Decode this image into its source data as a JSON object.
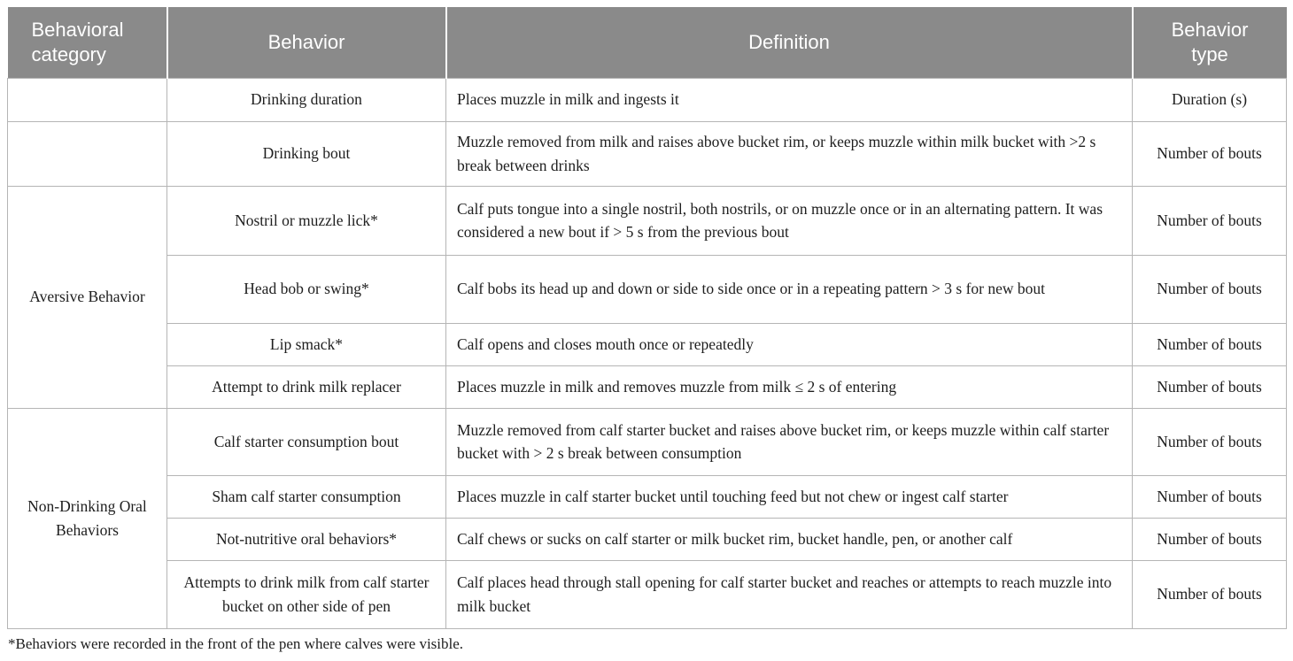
{
  "table": {
    "headers": {
      "category": "Behavioral category",
      "behavior": "Behavior",
      "definition": "Definition",
      "type": "Behavior type"
    },
    "rows": [
      {
        "category": "",
        "behavior": "Drinking duration",
        "definition": "Places muzzle in milk and ingests it",
        "type": "Duration (s)"
      },
      {
        "category": "",
        "behavior": "Drinking bout",
        "definition": "Muzzle removed from milk and raises above bucket rim, or keeps muzzle within milk bucket with >2 s break between drinks",
        "type": "Number of bouts"
      },
      {
        "category": "Aversive Behavior",
        "behavior": "Nostril or muzzle lick*",
        "definition": "Calf puts tongue into a single nostril, both nostrils, or on muzzle once or in an alternating pattern. It was considered a new bout if > 5 s from the previous bout",
        "type": "Number of bouts"
      },
      {
        "behavior": "Head bob or swing*",
        "definition": "Calf bobs its head up and down or side to side once or in a repeating pattern > 3 s for new bout",
        "type": "Number of bouts"
      },
      {
        "behavior": "Lip smack*",
        "definition": "Calf opens and closes mouth once or repeatedly",
        "type": "Number of bouts"
      },
      {
        "behavior": "Attempt to drink milk replacer",
        "definition": "Places muzzle in milk and removes muzzle from milk ≤ 2 s of entering",
        "type": "Number of bouts"
      },
      {
        "category": "Non-Drinking Oral Behaviors",
        "behavior": "Calf starter consumption bout",
        "definition": "Muzzle removed from calf starter bucket and raises above bucket rim, or keeps muzzle within calf starter bucket with > 2 s break between consumption",
        "type": "Number of bouts"
      },
      {
        "behavior": "Sham calf starter consumption",
        "definition": "Places muzzle in calf starter bucket until touching feed but not chew or ingest calf starter",
        "type": "Number of bouts"
      },
      {
        "behavior": "Not-nutritive oral behaviors*",
        "definition": "Calf chews or sucks on calf starter or milk bucket rim, bucket handle, pen, or another calf",
        "type": "Number of bouts"
      },
      {
        "behavior": "Attempts to drink milk from calf starter bucket on other side of pen",
        "definition": "Calf places head through stall opening for calf starter bucket and reaches or attempts to reach muzzle into milk bucket",
        "type": "Number of bouts"
      }
    ],
    "footnote": "*Behaviors were recorded in the front of the pen where calves were visible."
  },
  "colors": {
    "header_background": "#8a8a8a",
    "header_text": "#ffffff",
    "body_text": "#1e1e1e",
    "cell_border": "#b5b5b5"
  }
}
